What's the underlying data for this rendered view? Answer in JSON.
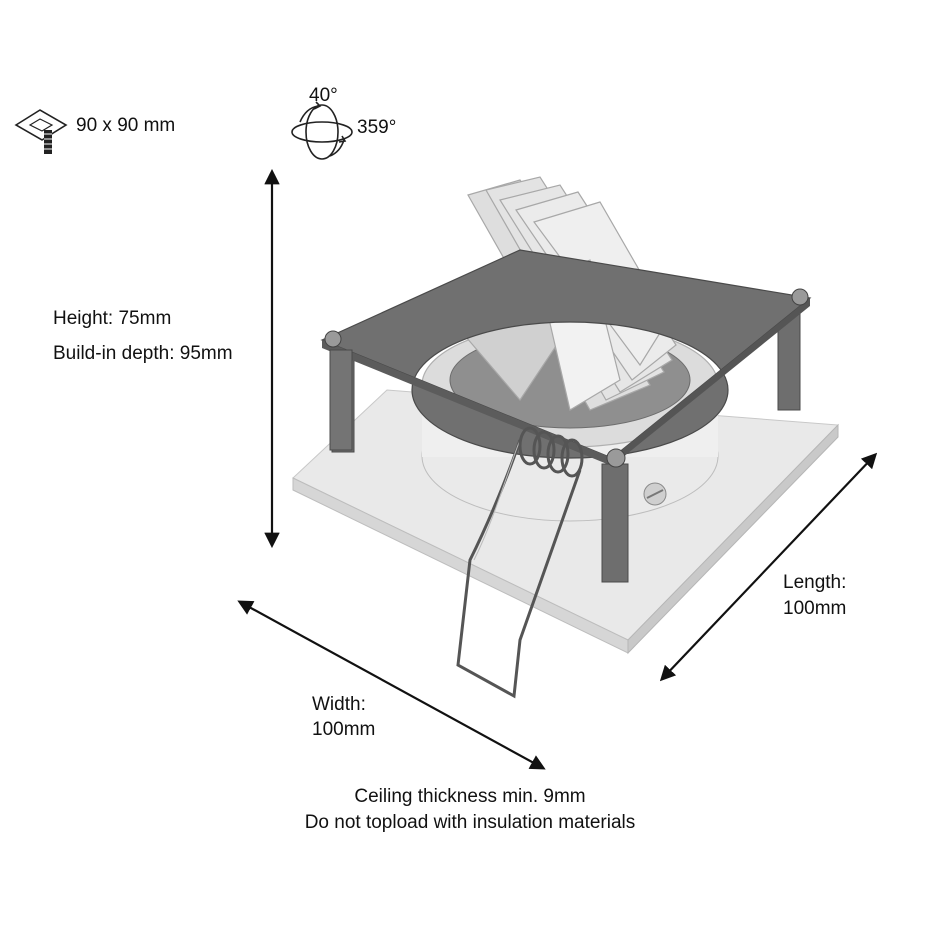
{
  "cutout": {
    "icon": "ceiling-cutout-icon",
    "text": "90 x 90 mm"
  },
  "rotation": {
    "icon": "tilt-rotate-icon",
    "tilt": "40°",
    "rotate": "359°"
  },
  "height": {
    "line1": "Height: 75mm",
    "line2": "Build-in depth: 95mm"
  },
  "length": {
    "line1": "Length:",
    "line2": "100mm"
  },
  "width": {
    "line1": "Width:",
    "line2": "100mm"
  },
  "notes": {
    "line1": "Ceiling thickness min. 9mm",
    "line2": "Do not topload with insulation materials"
  },
  "colors": {
    "frame": "#6e6e6e",
    "trim": "#e6e6e6",
    "heatsink": "#d9d9d9",
    "arrow": "#111111"
  }
}
